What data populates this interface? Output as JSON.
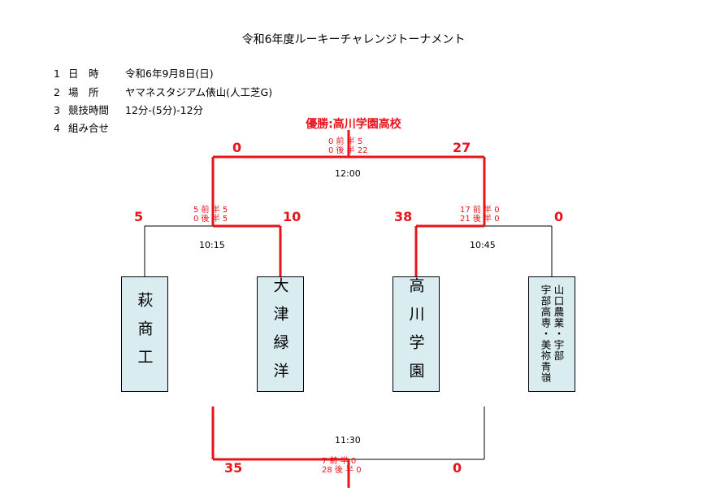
{
  "title": "令和6年度ルーキーチャレンジトーナメント",
  "info": [
    {
      "num": "1",
      "label": "日　時",
      "value": "令和6年9月8日(日)"
    },
    {
      "num": "2",
      "label": "場　所",
      "value": "ヤマネスタジアム俵山(人工芝G)"
    },
    {
      "num": "3",
      "label": "競技時間",
      "value": "12分-(5分)-12分"
    },
    {
      "num": "4",
      "label": "組み合せ",
      "value": ""
    }
  ],
  "winner": "優勝:高川学園高校",
  "final": {
    "left_score": "0",
    "right_score": "27",
    "half1": "0 前 半 5",
    "half2": "0 後 半 22",
    "time": "12:00"
  },
  "semi1": {
    "left_score": "5",
    "right_score": "10",
    "half1": "5 前 半 5",
    "half2": "0 後 半 5",
    "time": "10:15"
  },
  "semi2": {
    "left_score": "38",
    "right_score": "0",
    "half1": "17 前 半 0",
    "half2": "21 後 半 0",
    "time": "10:45"
  },
  "third": {
    "left_score": "35",
    "right_score": "0",
    "half1": "7 前 半 0",
    "half2": "28 後 半 0",
    "time": "11:30"
  },
  "teams": {
    "t1": "萩商工",
    "t2": "大津緑洋",
    "t3": "高川学園",
    "t4_col1": "山口農業・宇部",
    "t4_col2": "宇部高専・美祢青嶺"
  },
  "colors": {
    "accent": "#e8141b",
    "team_bg": "#d9ecf0"
  }
}
